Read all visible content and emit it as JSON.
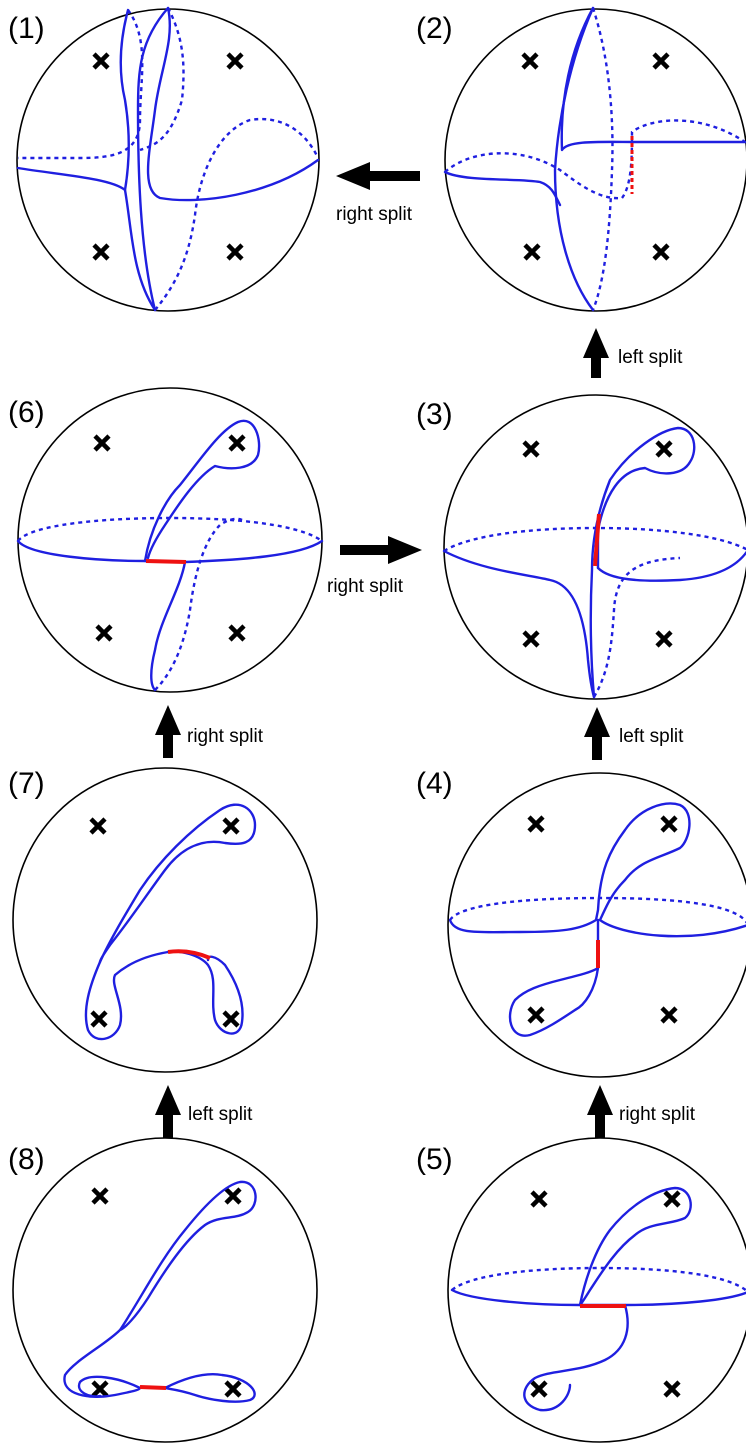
{
  "panels": [
    {
      "label": "(1)"
    },
    {
      "label": "(2)"
    },
    {
      "label": "(3)"
    },
    {
      "label": "(4)"
    },
    {
      "label": "(5)"
    },
    {
      "label": "(6)"
    },
    {
      "label": "(7)"
    },
    {
      "label": "(8)"
    }
  ],
  "arrows": [
    {
      "label": "right split"
    },
    {
      "label": "left split"
    },
    {
      "label": "right split"
    },
    {
      "label": "left split"
    },
    {
      "label": "right split"
    },
    {
      "label": "right split"
    },
    {
      "label": "left split"
    }
  ],
  "colors": {
    "curve": "#1f1fe0",
    "red_segment": "#ee1111",
    "outline": "#000000"
  }
}
